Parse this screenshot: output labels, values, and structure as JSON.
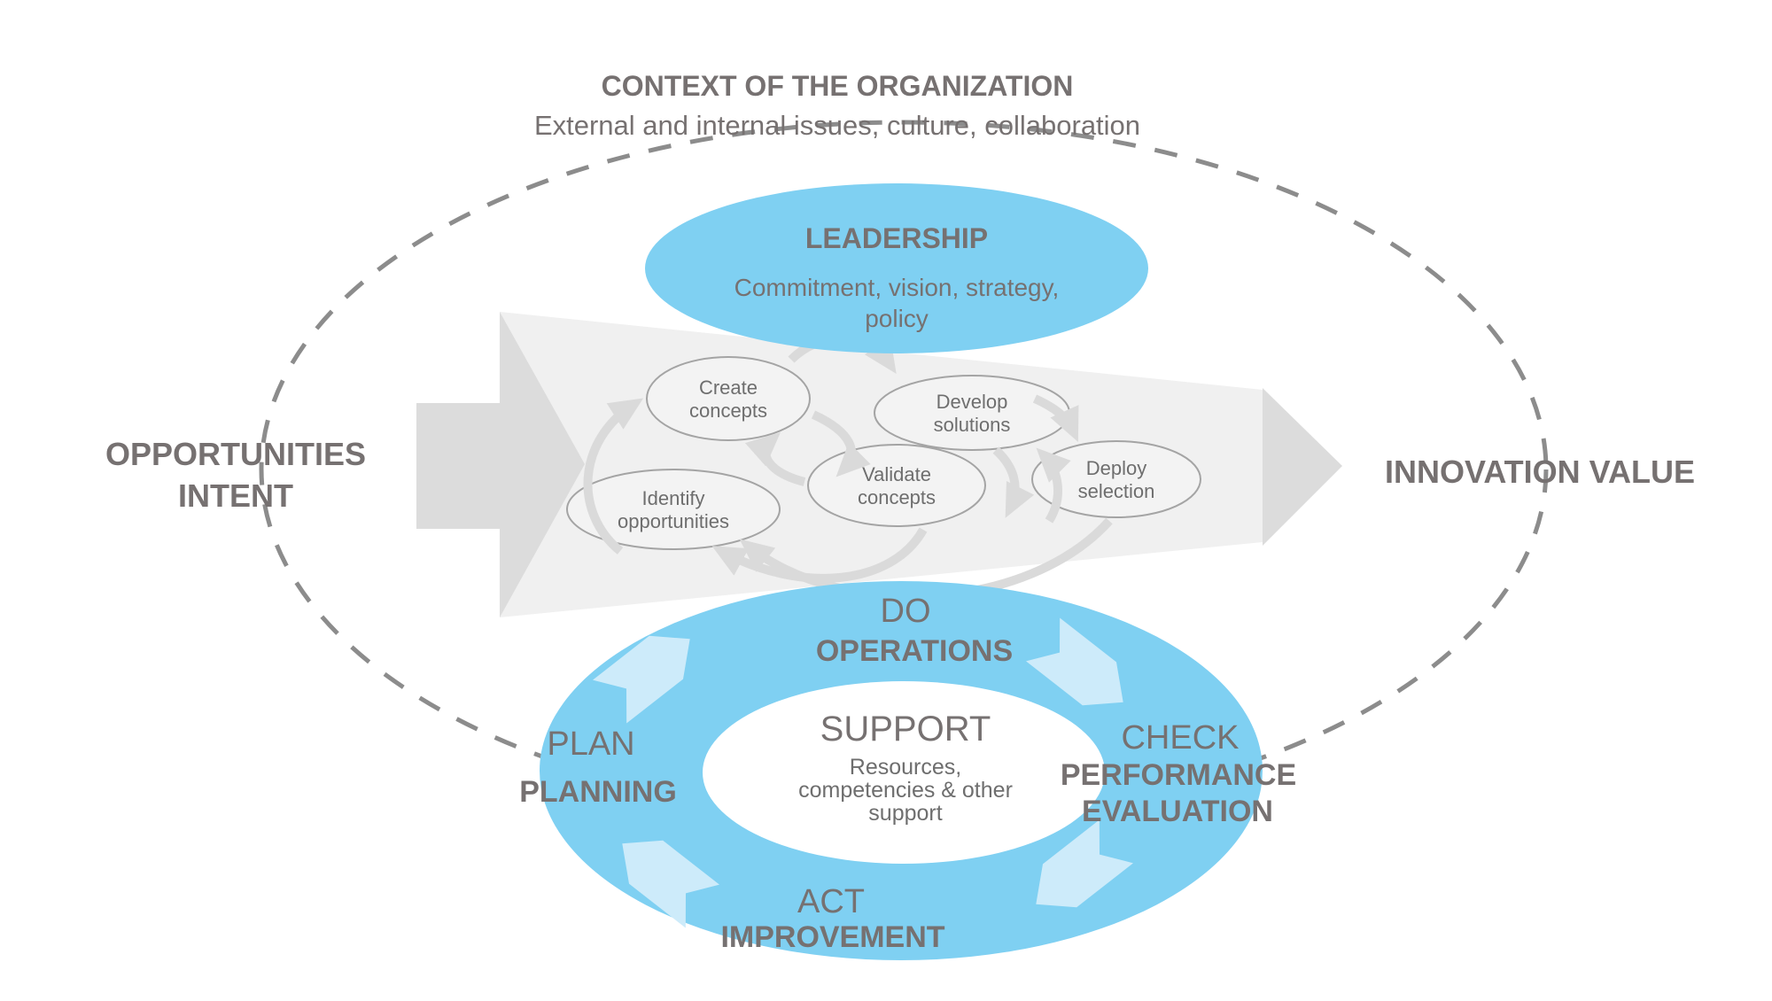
{
  "colors": {
    "blue": "#7FD0F2",
    "chevron_blue": "#CDEBFA",
    "heading_gray": "#767171",
    "funnel_light_gray": "#F0F0F0",
    "arrow_dark_gray": "#DCDCDC",
    "curve_arrow_gray": "#DADADA",
    "bubble_fill": "#F3F3F3",
    "bubble_stroke": "#A4A4A4",
    "dash_gray": "#8C8C8C"
  },
  "header": {
    "title": "CONTEXT OF THE ORGANIZATION",
    "subtitle": "External and internal issues, culture, collaboration"
  },
  "left_label": {
    "line1": "OPPORTUNITIES",
    "line2": "INTENT"
  },
  "right_label": {
    "text": "INNOVATION VALUE"
  },
  "leadership": {
    "title": "LEADERSHIP",
    "line1": "Commitment, vision, strategy,",
    "line2": "policy"
  },
  "process": {
    "bubbles": [
      {
        "line1": "Create",
        "line2": "concepts"
      },
      {
        "line1": "Develop",
        "line2": "solutions"
      },
      {
        "line1": "Identify",
        "line2": "opportunities"
      },
      {
        "line1": "Validate",
        "line2": "concepts"
      },
      {
        "line1": "Deploy",
        "line2": "selection"
      }
    ]
  },
  "pdca": {
    "do_step": "DO",
    "do_label": "OPERATIONS",
    "check_step": "CHECK",
    "check_label_line1": "PERFORMANCE",
    "check_label_line2": "EVALUATION",
    "act_step": "ACT",
    "act_label": "IMPROVEMENT",
    "plan_step": "PLAN",
    "plan_label": "PLANNING",
    "support_title": "SUPPORT",
    "support_line1": "Resources,",
    "support_line2": "competencies & other",
    "support_line3": "support"
  }
}
